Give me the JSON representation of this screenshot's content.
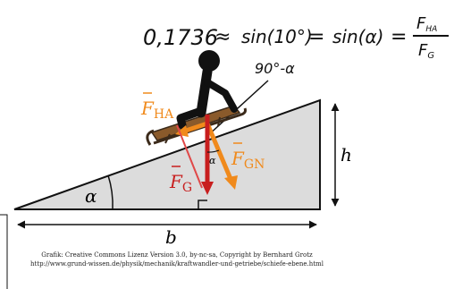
{
  "equation": {
    "value": "0,1736",
    "approx": "≈",
    "sin_ten": "sin(10°)",
    "equals1": "=",
    "sin_alpha": "sin(α)",
    "equals2": "=",
    "numerator": "F",
    "numerator_sub": "HA",
    "denominator": "F",
    "denominator_sub": "G"
  },
  "angle_note": "90°-α",
  "labels": {
    "f_ha": "F",
    "f_ha_sub": "HA",
    "f_gn": "F",
    "f_gn_sub": "GN",
    "f_g": "F",
    "f_g_sub": "G",
    "alpha": "α",
    "alpha_small": "α",
    "height": "h",
    "base": "b"
  },
  "credit": {
    "line1": "Grafik: Creative Commons Lizenz Version 3.0, by-nc-sa, Copyright by Bernhard Grotz",
    "line2": "http://www.grund-wissen.de/physik/mechanik/kraftwandler-und-getriebe/schiefe-ebene.html"
  },
  "colors": {
    "incline_fill": "#dcdcdc",
    "force_orange": "#f08a1c",
    "force_red": "#c81e1e",
    "ink": "#111111"
  }
}
